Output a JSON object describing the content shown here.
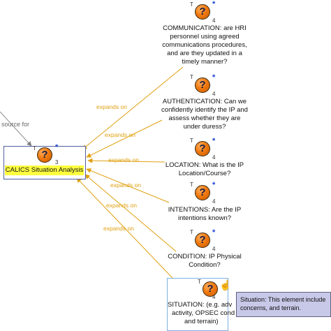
{
  "colors": {
    "edge": "#e0a010",
    "source_edge": "#909090",
    "icon_orange": "#f07a10",
    "calics_highlight": "#ffff40",
    "tooltip_bg": "#c8c8e8"
  },
  "icons": {
    "question": "?",
    "star": "*",
    "letter_t": "T"
  },
  "source_edge_label": "source for",
  "calics": {
    "label": "CALICS Situation Analysis",
    "count": "3"
  },
  "nodes": [
    {
      "id": "communication",
      "count": "4",
      "text": [
        "COMMUNICATION: are HRI",
        "personnel using agreed",
        "communications procedures,",
        "and are they updated in a",
        "timely manner?"
      ]
    },
    {
      "id": "authentication",
      "count": "4",
      "text": [
        "AUTHENTICATION: Can we",
        "confidently identify the IP and",
        "assess whether they are",
        "under duress?"
      ]
    },
    {
      "id": "location",
      "count": "4",
      "text": [
        "LOCATION: What is the IP",
        "Location/Course?"
      ]
    },
    {
      "id": "intentions",
      "count": "4",
      "text": [
        "INTENTIONS: Are the IP",
        "intentions known?"
      ]
    },
    {
      "id": "condition",
      "count": "4",
      "text": [
        "CONDITION: IP Physical",
        "Condition?"
      ]
    },
    {
      "id": "situation",
      "count": "4",
      "text": [
        "SITUATION: (e.g. adv",
        "activity, OPSEC cond",
        "and terrain)"
      ]
    }
  ],
  "edge_labels": [
    "expands on",
    "expands on",
    "expands on",
    "expands on",
    "expands on",
    "expands on"
  ],
  "tooltip": [
    "Situation: This element include",
    "concerns, and terrain."
  ]
}
